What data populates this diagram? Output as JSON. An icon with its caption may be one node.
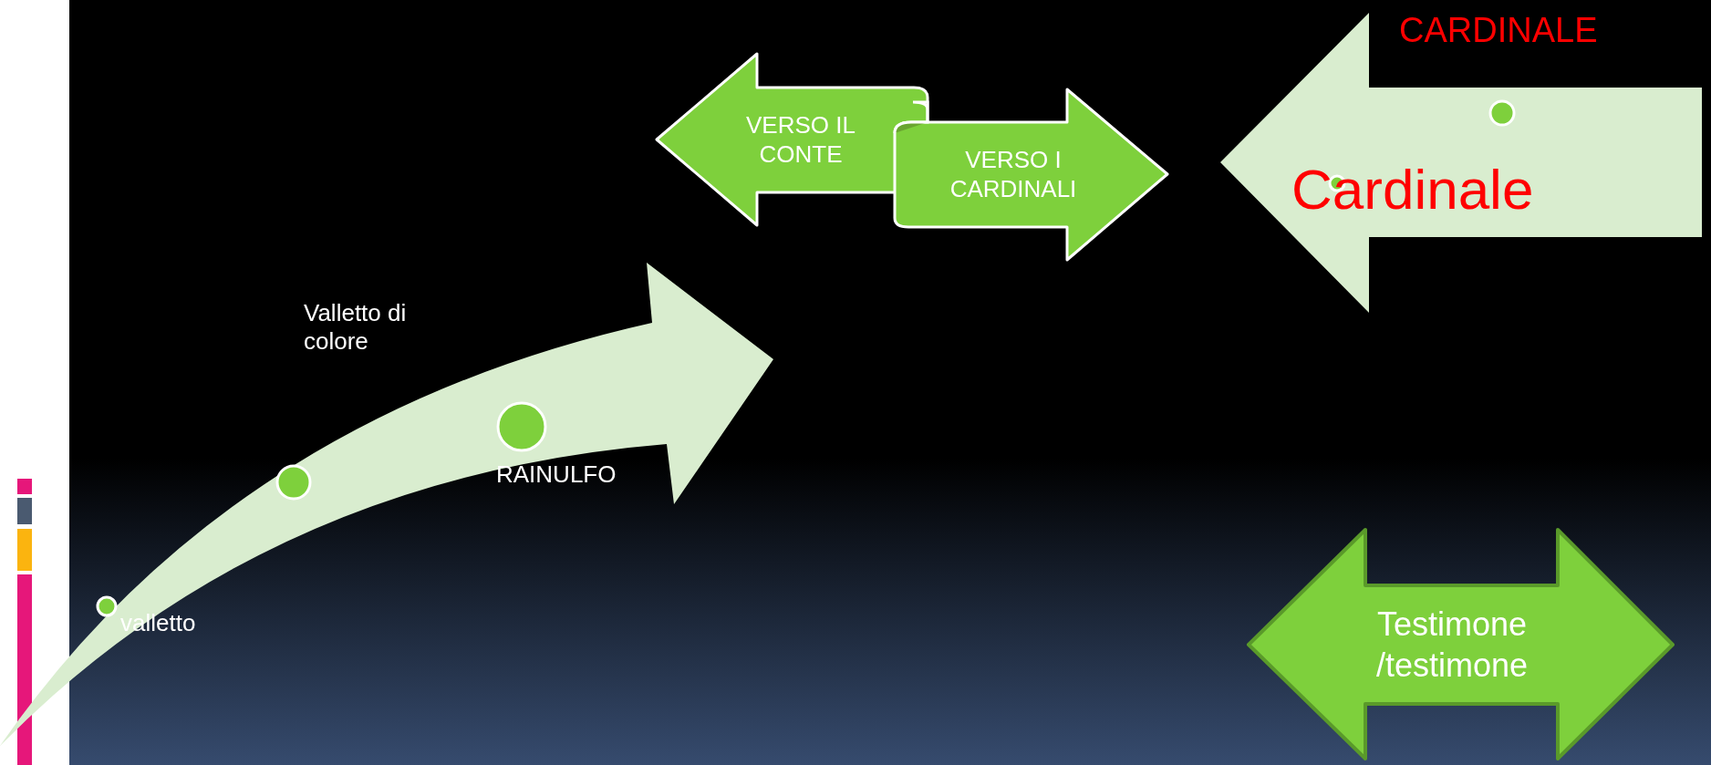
{
  "diagram": {
    "nodes": [
      {
        "text": [
          "Valletto di colore",
          "valletto",
          "RAINULFO"
        ]
      },
      {
        "text": [
          "VERSO IL CONTE"
        ]
      },
      {
        "text": [
          "VERSO I CARDINALI"
        ]
      },
      {
        "text": [
          "CARDINALE",
          "Cardinale"
        ]
      },
      {
        "text": [
          "Testimone /testimone"
        ]
      }
    ]
  }
}
